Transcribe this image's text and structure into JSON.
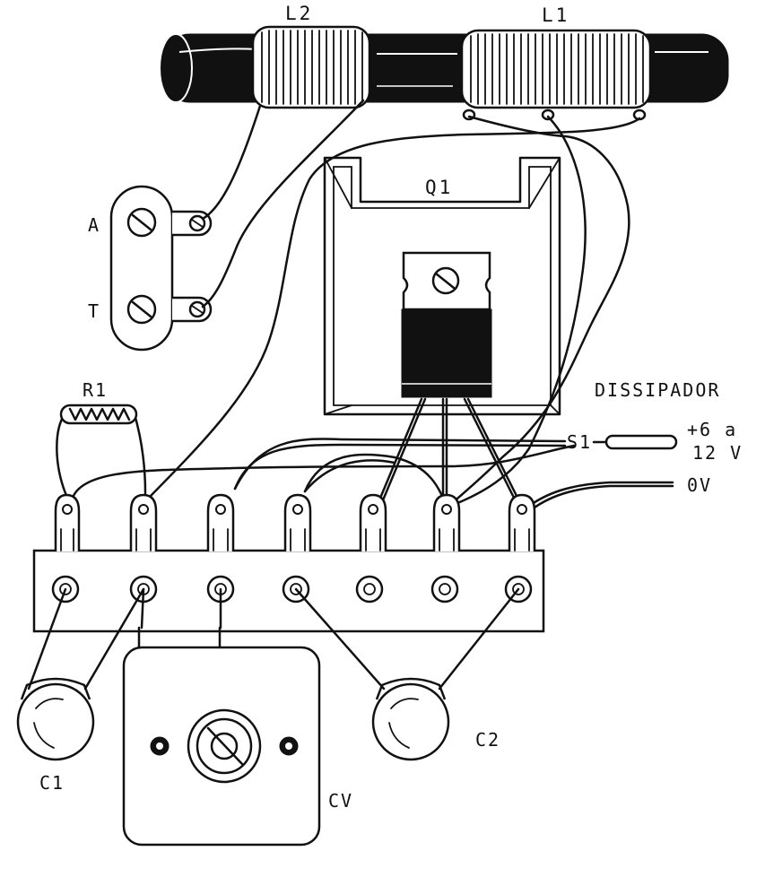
{
  "labels": {
    "l2": "L2",
    "l1": "L1",
    "antenna": "A",
    "ground": "T",
    "q1": "Q1",
    "heatsink": "DISSIPADOR",
    "r1": "R1",
    "s1": "S1",
    "supply_line1": "+6 a",
    "supply_line2": "12 V",
    "zero_volt": "0V",
    "c1": "C1",
    "c2": "C2",
    "cv": "CV"
  }
}
